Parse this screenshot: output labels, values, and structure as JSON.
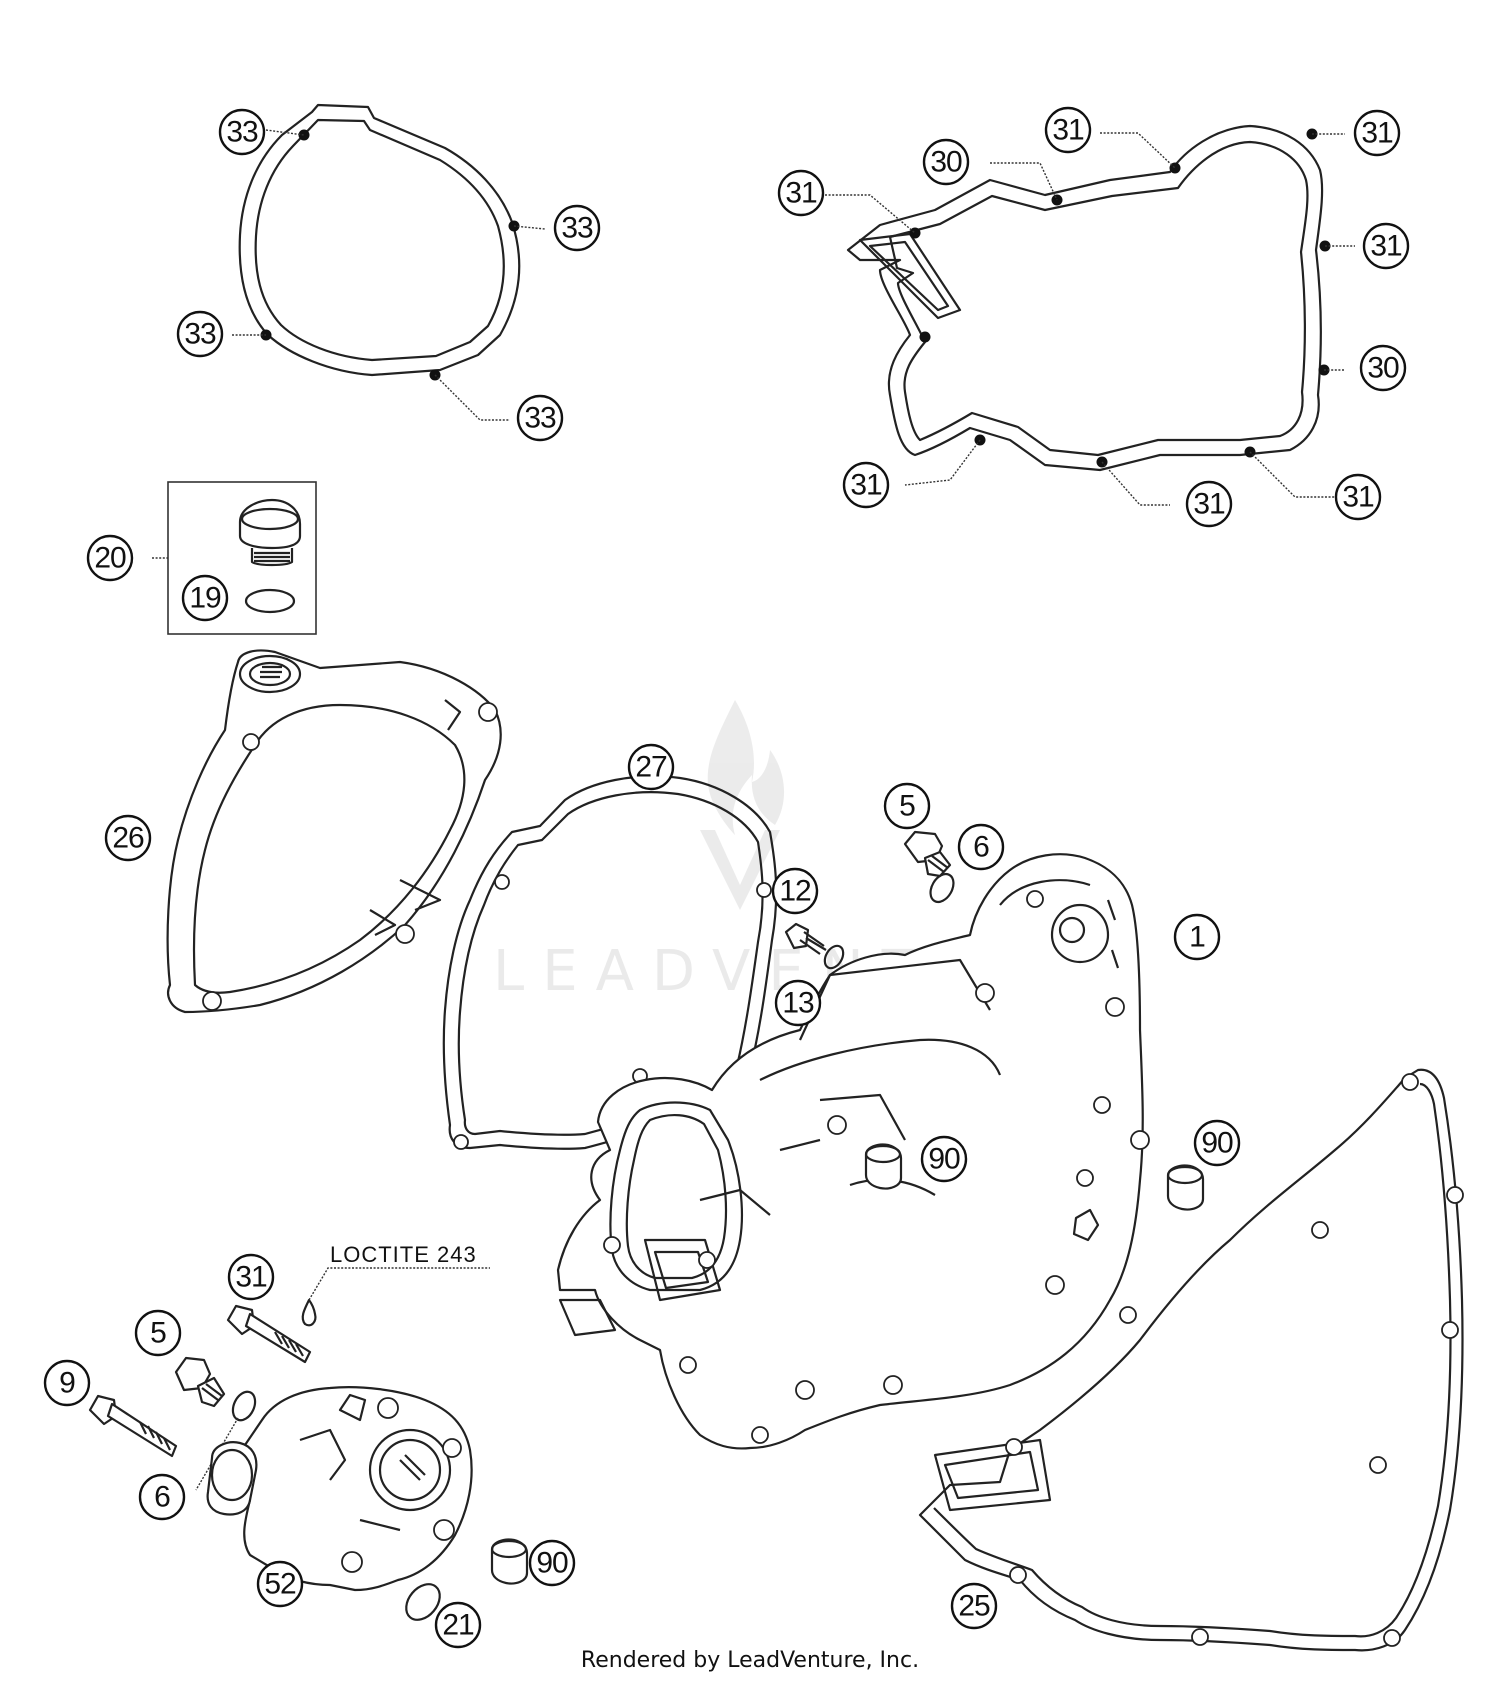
{
  "callouts": {
    "c33a": "33",
    "c33b": "33",
    "c33c": "33",
    "c33d": "33",
    "c31a": "31",
    "c30a": "30",
    "c31b": "31",
    "c31c": "31",
    "c31d": "31",
    "c30b": "30",
    "c31e": "31",
    "c31f": "31",
    "c31g": "31",
    "c20": "20",
    "c19": "19",
    "c26": "26",
    "c27": "27",
    "c5a": "5",
    "c6a": "6",
    "c12": "12",
    "c13": "13",
    "c1": "1",
    "c90a": "90",
    "c90b": "90",
    "c31h": "31",
    "c5b": "5",
    "c9": "9",
    "c6b": "6",
    "c52": "52",
    "c90c": "90",
    "c21": "21",
    "c25": "25"
  },
  "note": {
    "loctite": "LOCTITE 243"
  },
  "watermark": {
    "brand": "LEADVENTURE"
  },
  "footer": {
    "credit": "Rendered by LeadVenture, Inc."
  }
}
